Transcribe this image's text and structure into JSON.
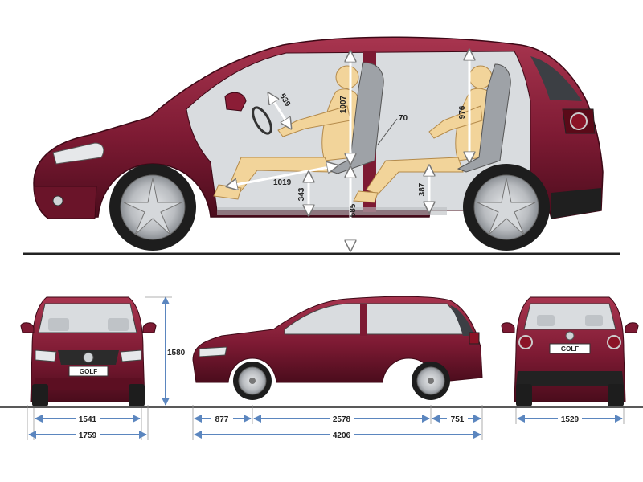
{
  "colors": {
    "body": "#7d1a33",
    "body_light": "#a8354f",
    "body_dark": "#4a0c1c",
    "glass": "#dcdfe2",
    "arrow": "#5b86bf",
    "mannequin": "#f2d49a",
    "ground": "#222222",
    "wheel": "#b9bcc0"
  },
  "side_view": {
    "dimensions": {
      "headroom_front": "1007",
      "headroom_rear": "976",
      "steering_reach": "539",
      "rear_shoulder": "70",
      "front_legroom": "1019",
      "front_seat_height": "343",
      "rear_seat_height": "387",
      "entry_height": "585"
    }
  },
  "front_view": {
    "badge": "GOLF",
    "dimensions": {
      "height": "1580",
      "track_front": "1541",
      "width": "1759"
    }
  },
  "profile_view": {
    "dimensions": {
      "front_overhang": "877",
      "wheelbase": "2578",
      "rear_overhang": "751",
      "length": "4206"
    }
  },
  "rear_view": {
    "badge": "GOLF",
    "dimensions": {
      "track_rear": "1529"
    }
  }
}
